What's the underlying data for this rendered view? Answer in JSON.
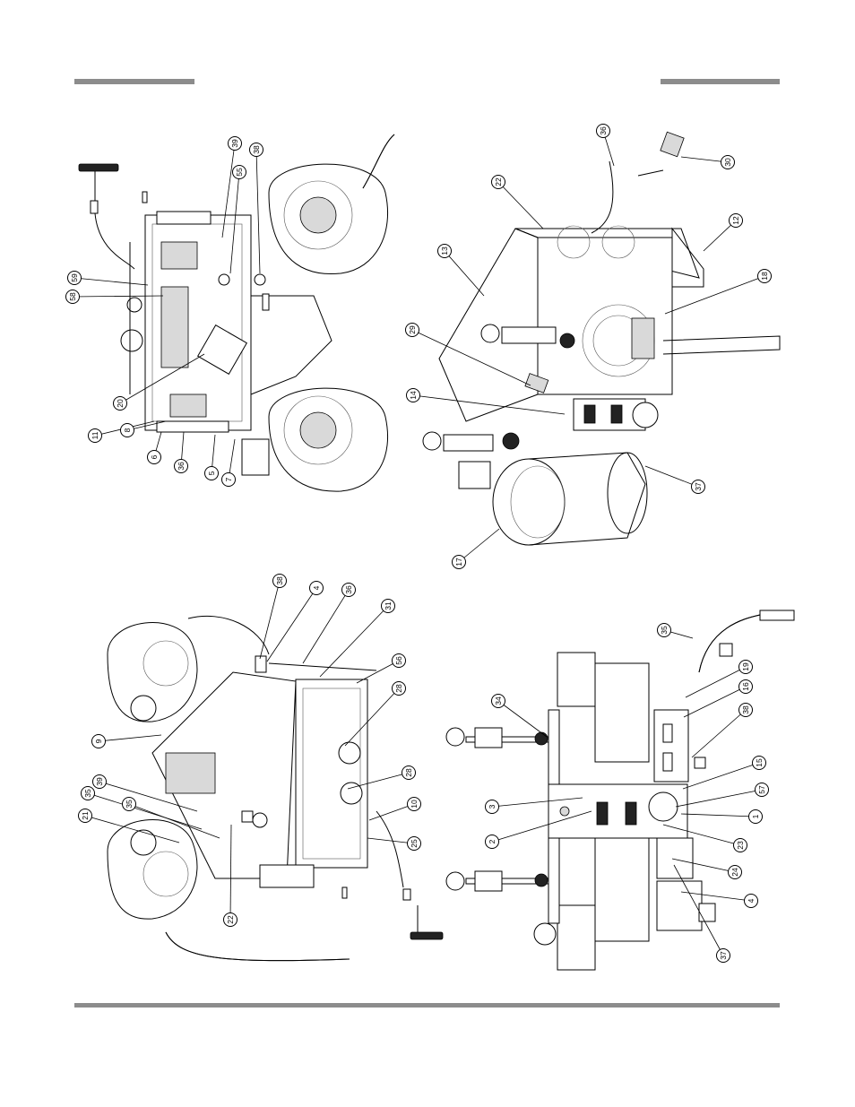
{
  "callouts": {
    "q1": [
      "39",
      "38",
      "55",
      "59",
      "58",
      "20",
      "11",
      "8",
      "6",
      "36",
      "5",
      "7"
    ],
    "q2": [
      "36",
      "30",
      "22",
      "12",
      "13",
      "18",
      "29",
      "14",
      "37",
      "17"
    ],
    "q3": [
      "38",
      "4",
      "36",
      "31",
      "56",
      "28",
      "28",
      "10",
      "25",
      "9",
      "39",
      "35",
      "35",
      "21",
      "22"
    ],
    "q4": [
      "35",
      "19",
      "16",
      "38",
      "34",
      "15",
      "3",
      "57",
      "1",
      "2",
      "23",
      "24",
      "4",
      "37"
    ]
  }
}
